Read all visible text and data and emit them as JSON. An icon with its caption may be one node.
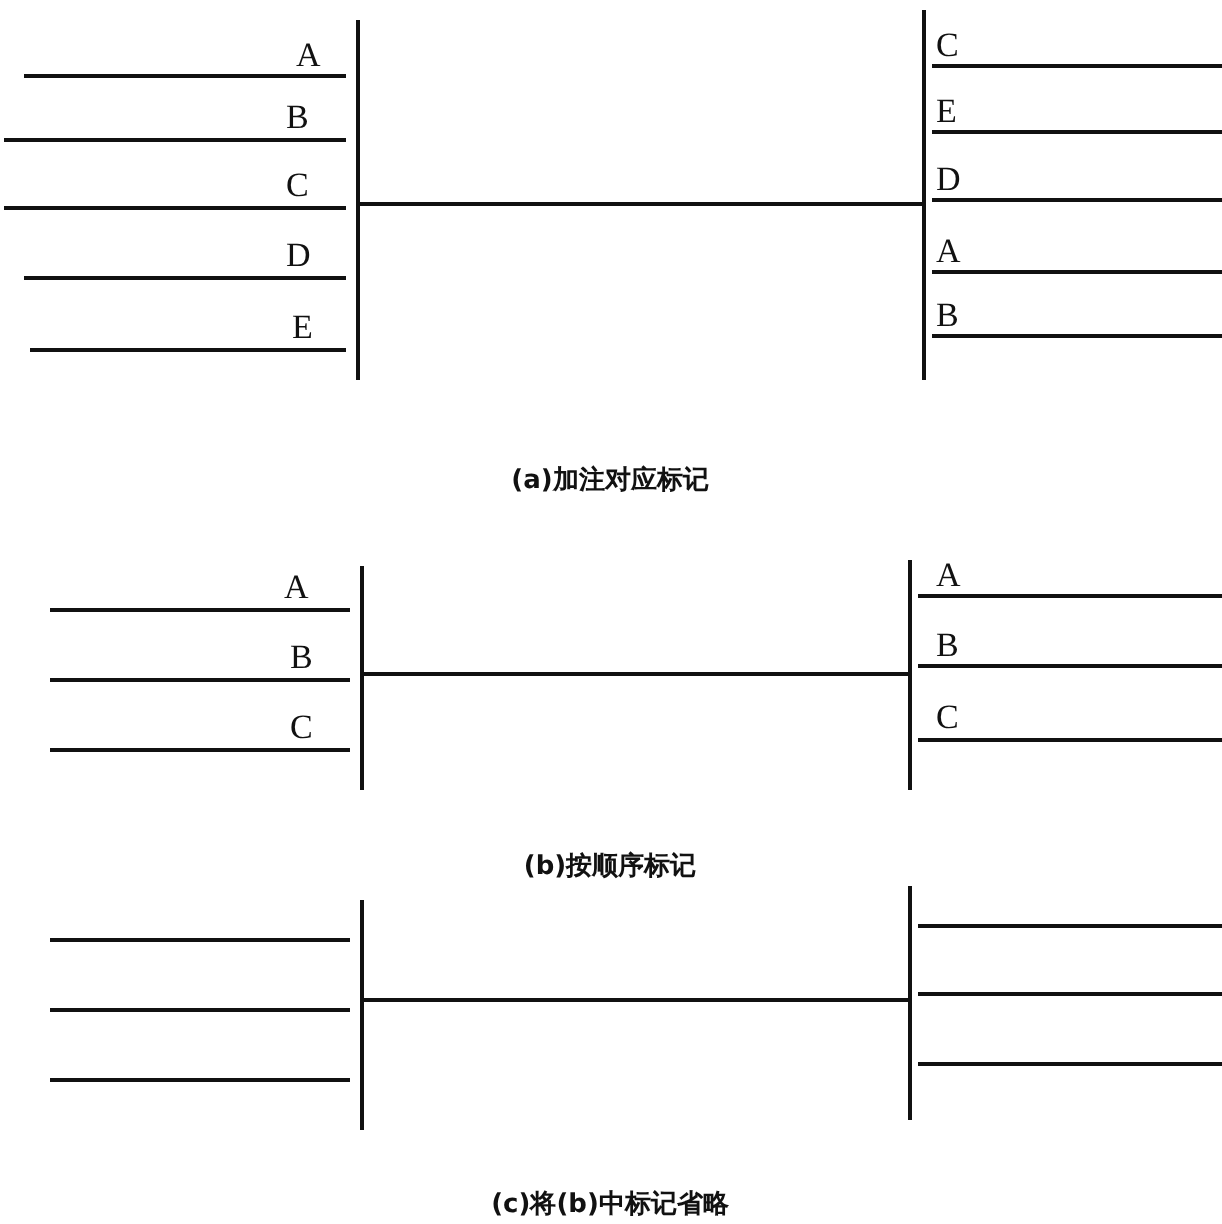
{
  "diagram": {
    "labels": [
      "A",
      "C",
      "B",
      "E",
      "C",
      "D",
      "D",
      "A",
      "E",
      "B",
      "(a)加注对应标记",
      "A",
      "A",
      "B",
      "B",
      "C",
      "C",
      "(b)按顺序标记",
      "(c)将(b)中标记省略"
    ]
  }
}
